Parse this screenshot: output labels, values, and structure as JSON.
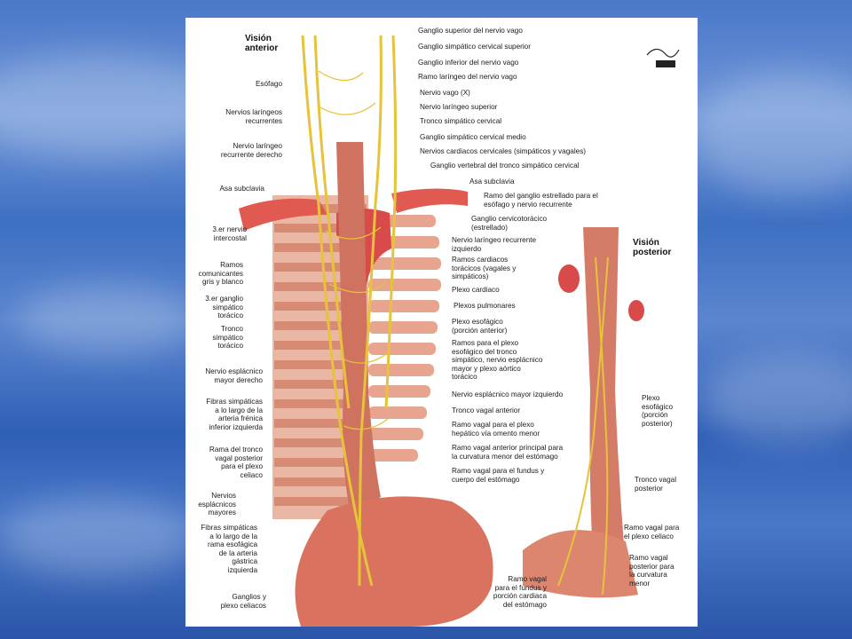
{
  "plate": {
    "anterior_title": "Visión\nanterior",
    "posterior_title": "Visión\nposterior",
    "left_labels": [
      "Esófago",
      "Nervios laríngeos\nrecurrentes",
      "Nervio laríngeo\nrecurrente derecho",
      "Asa subclavia",
      "3.er nervio\nintercostal",
      "Ramos\ncomunicantes\ngris y blanco",
      "3.er ganglio\nsimpático\ntorácico",
      "Tronco\nsimpático\ntorácico",
      "Nervio esplácnico\nmayor derecho",
      "Fibras simpáticas\na lo largo de la\narteria frénica\ninferior izquierda",
      "Rama del tronco\nvagal posterior\npara el plexo\nceliaco",
      "Nervios\nesplácnicos\nmayores",
      "Fibras simpáticas\na lo largo de la\nrama esofágica\nde la arteria\ngástrica\nizquierda",
      "Ganglios y\nplexo celiacos"
    ],
    "top_right_labels": [
      "Ganglio superior del nervio vago",
      "Ganglio simpático cervical superior",
      "Ganglio inferior del nervio vago",
      "Ramo laríngeo del nervio vago",
      "Nervio vago (X)",
      "Nervio laríngeo superior",
      "Tronco simpático cervical",
      "Ganglio simpático cervical medio",
      "Nervios cardiacos cervicales (simpáticos y vagales)",
      "Ganglio vertebral del tronco simpático cervical",
      "Asa subclavia",
      "Ramo del ganglio estrellado para el\nesófago y nervio recurrente",
      "Ganglio cervicotorácico\n(estrellado)"
    ],
    "middle_labels": [
      "Nervio laríngeo recurrente\nizquierdo",
      "Ramos cardiacos\ntorácicos (vagales y\nsimpáticos)",
      "Plexo cardiaco",
      "Plexos pulmonares",
      "Plexo esofágico\n(porción anterior)",
      "Ramos para el plexo\nesofágico del tronco\nsimpático, nervio esplácnico\nmayor y plexo aórtico\ntorácico",
      "Nervio esplácnico mayor izquierdo",
      "Tronco vagal anterior",
      "Ramo vagal para el plexo\nhepático vía omento menor",
      "Ramo vagal anterior principal para\nla curvatura menor del estómago",
      "Ramo vagal para el fundus y\ncuerpo del estómago",
      "Ramo vagal\npara el fundus y\nporción cardiaca\ndel estómago"
    ],
    "posterior_labels": [
      "Plexo\nesofágico\n(porción\nposterior)",
      "Tronco vagal\nposterior",
      "Ramo vagal para\nel plexo celiaco",
      "Ramo vagal\nposterior para\nla curvatura\nmenor"
    ]
  }
}
